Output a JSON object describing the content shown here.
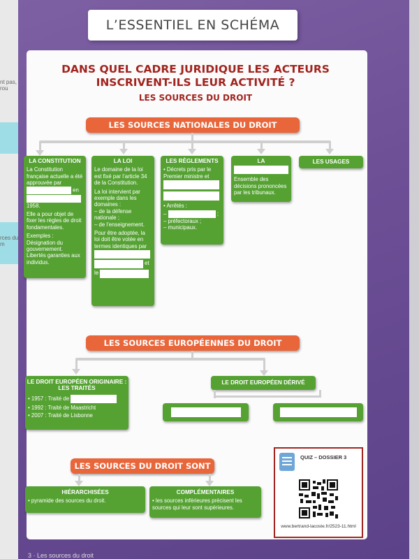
{
  "left_page": {
    "fragment_1": "nt pas, rou",
    "fragment_2": "rces du m"
  },
  "header": {
    "title": "L’ESSENTIEL EN SCHÉMA"
  },
  "main": {
    "title_line1": "DANS QUEL CADRE JURIDIQUE LES ACTEURS",
    "title_line2": "INSCRIVENT-ILS LEUR ACTIVITÉ ?",
    "subtitle": "LES SOURCES DU DROIT"
  },
  "national": {
    "banner": "LES SOURCES NATIONALES DU DROIT",
    "constitution": {
      "title": "LA CONSTITUTION",
      "p1a": "La Constitution française actuelle a été approuvée par",
      "p1b": "en",
      "p1c": "1958.",
      "p2": "Elle a pour objet de fixer les règles de droit fondamentales.",
      "p3": "Exemples : Désignation du gouvernement. Libertés garanties aux individus."
    },
    "loi": {
      "title": "LA LOI",
      "p1": "Le domaine de la loi est fixé par l’article 34 de la Constitution.",
      "p2": "La loi intervient par exemple dans les domaines :",
      "p3": "– de la défense nationale ;",
      "p4": "– de l’enseignement.",
      "p5": "Pour être adoptée, la loi doit être votée en termes identiques par",
      "p6a": "et",
      "p6b": "le"
    },
    "reglements": {
      "title": "LES RÈGLEMENTS",
      "p1": "• Décrets pris par le Premier ministre et",
      "p2": "• Arrêtés :",
      "p3": "–",
      "p3b": ";",
      "p4": "– préfectoraux ;",
      "p5": "– municipaux."
    },
    "jurisprudence": {
      "title": "LA",
      "p1": "Ensemble des décisions prononcées par les tribunaux."
    },
    "usages": {
      "title": "LES USAGES"
    }
  },
  "european": {
    "banner": "LES SOURCES EUROPÉENNES DU DROIT",
    "originaire": {
      "title1": "LE DROIT EUROPÉEN ORIGINAIRE :",
      "title2": "LES TRAITÉS",
      "t1": "• 1957 : Traité de",
      "t2": "• 1992 : Traité de Maastricht",
      "t3": "• 2007 : Traité de Lisbonne"
    },
    "derive": {
      "title": "LE DROIT EUROPÉEN DÉRIVÉ"
    }
  },
  "sources_sont": {
    "banner": "LES SOURCES DU DROIT SONT",
    "hier": {
      "title": "HIÉRARCHISÉES",
      "text": "• pyramide des sources du droit."
    },
    "compl": {
      "title": "COMPLÉMENTAIRES",
      "text": "• les sources inférieures précisent les sources qui leur sont supérieures."
    }
  },
  "quiz": {
    "label": "QUIZ – DOSSIER 3",
    "url": "www.bertrand-lacoste.fr/2523-11.html"
  },
  "footer": "3 · Les sources du droit"
}
